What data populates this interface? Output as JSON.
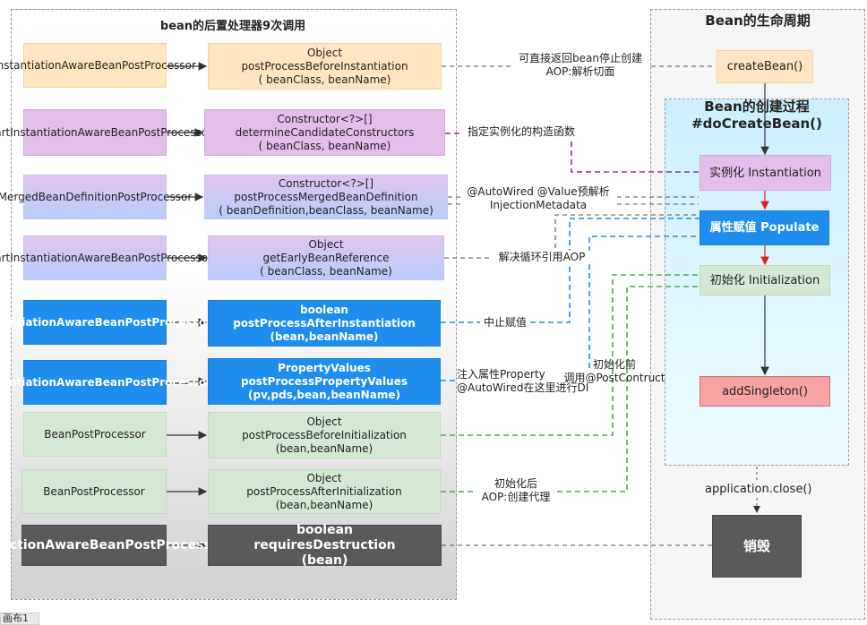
{
  "left_panel": {
    "title": "bean的后置处理器9次调用"
  },
  "right_panel": {
    "title": "Bean的生命周期"
  },
  "inner_panel": {
    "title": "Bean的创建过程\n#doCreateBean()"
  },
  "rows": [
    {
      "processor": "InstantiationAwareBeanPostProcessor",
      "method": "Object\npostProcessBeforeInstantiation\n( beanClass, beanName)"
    },
    {
      "processor": "SmartInstantiationAwareBeanPostProcessor",
      "method": "Constructor<?>[]\ndetermineCandidateConstructors\n( beanClass, beanName)"
    },
    {
      "processor": "MergedBeanDefinitionPostProcessor",
      "method": "Constructor<?>[]\npostProcessMergedBeanDefinition\n( beanDefinition,beanClass, beanName)"
    },
    {
      "processor": "SmartInstantiationAwareBeanPostProcessor",
      "method": "Object\ngetEarlyBeanReference\n( beanClass, beanName)"
    },
    {
      "processor": "InstantiationAwareBeanPostProcessor",
      "method": "boolean\npostProcessAfterInstantiation\n(bean,beanName)"
    },
    {
      "processor": "InstantiationAwareBeanPostProcessor",
      "method": "PropertyValues\npostProcessPropertyValues\n(pv,pds,bean,beanName)"
    },
    {
      "processor": "BeanPostProcessor",
      "method": "Object\npostProcessBeforeInitialization\n(bean,beanName)"
    },
    {
      "processor": "BeanPostProcessor",
      "method": "Object\npostProcessAfterInitialization\n(bean,beanName)"
    },
    {
      "processor": "DestructionAwareBeanPostProcessor",
      "method": "boolean\nrequiresDestruction\n(bean)"
    }
  ],
  "lifecycle": {
    "create_bean": "createBean()",
    "instantiation": "实例化 Instantiation",
    "populate": "属性赋值 Populate",
    "initialization": "初始化 Initialization",
    "add_singleton": "addSingleton()",
    "close": "application.close()",
    "destroy": "销毁"
  },
  "edge_labels": {
    "before_instantiation": "可直接返回bean停止创建\nAOP:解析切面",
    "constructor": "指定实例化的构造函数",
    "merged": "@AutoWired @Value预解析\nInjectionMetadata",
    "early_ref": "解决循环引用AOP",
    "after_instantiation": "中止赋值",
    "property_values": "注入属性Property\n@AutoWired在这里进行DI",
    "before_init": "初始化前\n调用@PostContruct",
    "after_init": "初始化后\nAOP:创建代理"
  },
  "tab": {
    "label": "画布1"
  },
  "colors": {
    "purple_line": "#9c27b0",
    "blue_line": "#1e8ded",
    "green_line": "#4caf50",
    "dark_line": "#444444",
    "red_arrow": "#e02020"
  }
}
